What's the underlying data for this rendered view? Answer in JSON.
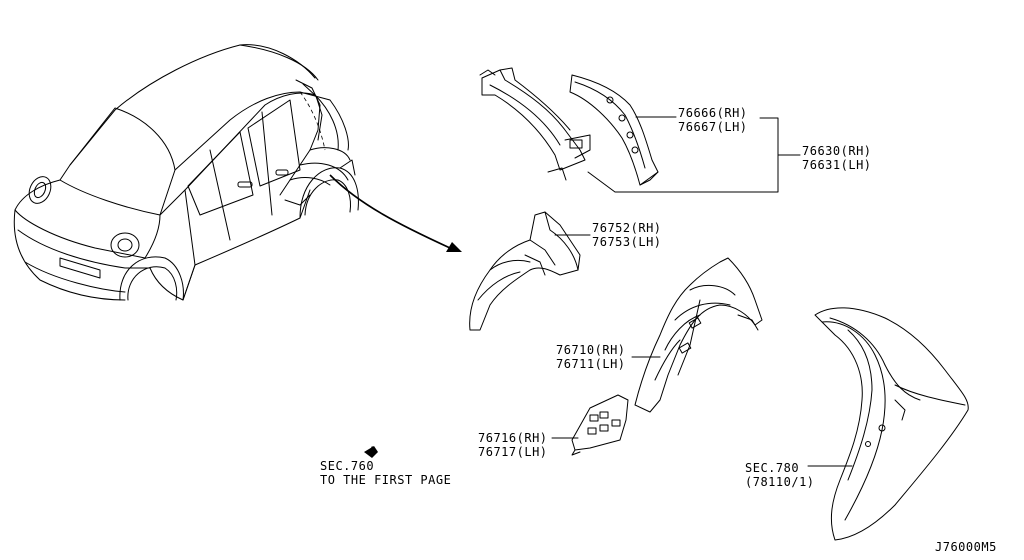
{
  "parts": [
    {
      "id": "p76666",
      "rh": "76666(RH)",
      "lh": "76667(LH)"
    },
    {
      "id": "p76630",
      "rh": "76630(RH)",
      "lh": "76631(LH)"
    },
    {
      "id": "p76752",
      "rh": "76752(RH)",
      "lh": "76753(LH)"
    },
    {
      "id": "p76710",
      "rh": "76710(RH)",
      "lh": "76711(LH)"
    },
    {
      "id": "p76716",
      "rh": "76716(RH)",
      "lh": "76717(LH)"
    }
  ],
  "section_refs": {
    "sec760_code": "SEC.760",
    "sec760_note": "TO THE FIRST PAGE",
    "sec780_code": "SEC.780",
    "sec780_ref": "(78110/1)"
  },
  "drawing_id": "J76000M5"
}
